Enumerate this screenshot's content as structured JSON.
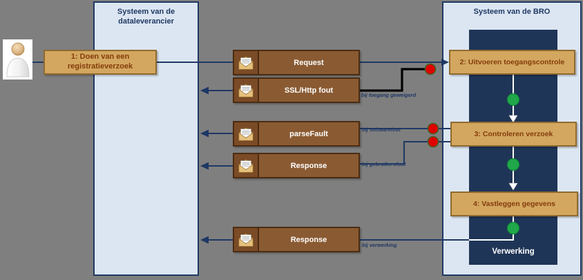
{
  "lanes": {
    "left": {
      "title": "Systeem van de dataleverancier"
    },
    "right": {
      "title": "Systeem van de BRO",
      "processing_label": "Verwerking"
    }
  },
  "steps": [
    {
      "label": "1: Doen van een registratieverzoek"
    },
    {
      "label": "2: Uitvoeren toegangscontrole"
    },
    {
      "label": "3: Controleren verzoek"
    },
    {
      "label": "4: Vastleggen gegevens"
    }
  ],
  "messages": [
    {
      "label": "Request"
    },
    {
      "label": "SSL/Http fout",
      "annotation": "bij toegang geweigerd"
    },
    {
      "label": "parseFault",
      "annotation": "bij softwarefout"
    },
    {
      "label": "Response",
      "annotation": "bij gebruikersfout"
    },
    {
      "label": "Response",
      "annotation": "bij verwerking"
    }
  ],
  "icons": {
    "actor": "person-icon",
    "message": "envelope-icon"
  },
  "colors": {
    "canvas_bg": "#7F7F7F",
    "lane_fill": "#DCE6F2",
    "lane_border": "#1F3864",
    "process_fill": "#D3A75F",
    "process_border": "#8F6A30",
    "process_text": "#843C0C",
    "message_fill": "#8A5B33",
    "message_border": "#4C2C12",
    "dark_panel": "#1F3557",
    "line": "#1F3864",
    "error_line": "#000000",
    "error_dot": "#E00000",
    "ok_dot": "#1FA74A"
  }
}
